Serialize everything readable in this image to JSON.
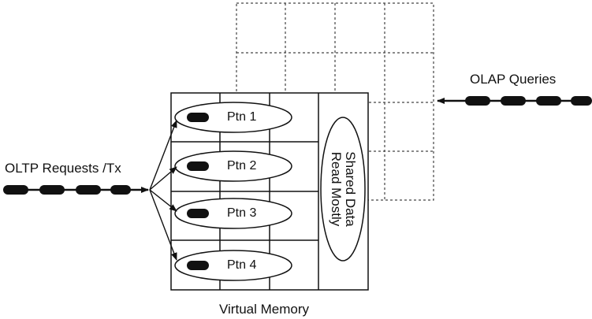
{
  "labels": {
    "olap": "OLAP Queries",
    "oltp": "OLTP Requests /Tx",
    "virtual_memory": "Virtual Memory",
    "shared_line1": "Shared Data",
    "shared_line2": "Read Mostly"
  },
  "partitions": [
    "Ptn 1",
    "Ptn 2",
    "Ptn 3",
    "Ptn 4"
  ],
  "colors": {
    "stroke": "#111111",
    "dashed_grid": "#444444",
    "background": "#ffffff"
  }
}
